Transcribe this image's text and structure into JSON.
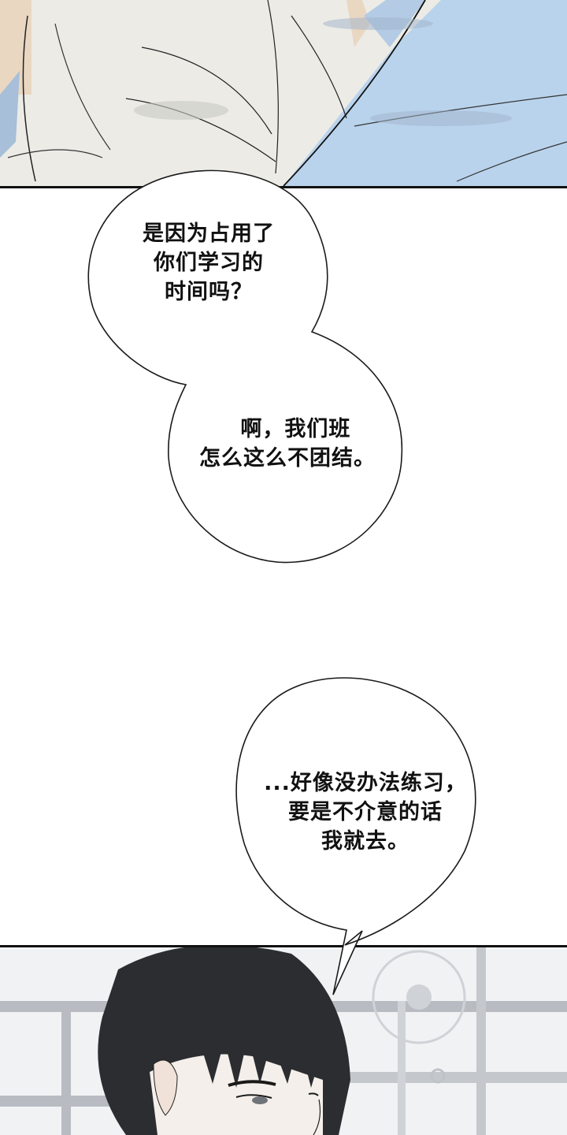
{
  "comic": {
    "panels": [
      {
        "id": "top",
        "description": "close-up of white shirt sleeve over blue fabric",
        "colors": {
          "shirt": "#ecebe6",
          "fabric": "#b9d3ec",
          "skin": "#e9d7c2"
        }
      },
      {
        "id": "bottom",
        "description": "dark-haired boy looking sideways, window and wall fan behind",
        "colors": {
          "hair": "#2b2d30",
          "background": "#f1f2f3",
          "window_frame": "#b8bcc2"
        }
      }
    ],
    "bubbles": [
      {
        "id": "bubble-1",
        "lines": [
          "是因为占用了",
          "你们学习的",
          "时间吗？"
        ]
      },
      {
        "id": "bubble-2",
        "lines": [
          "啊，我们班",
          "怎么这么不团结。"
        ]
      },
      {
        "id": "bubble-3",
        "lines": [
          "...好像没办法练习，",
          "要是不介意的话",
          "我就去。"
        ]
      }
    ],
    "text": {
      "bubble1": "是因为占用了\n你们学习的\n时间吗？",
      "bubble2": "  啊，我们班\n怎么这么不团结。",
      "bubble3": "...好像没办法练习，\n要是不介意的话\n我就去。"
    }
  }
}
